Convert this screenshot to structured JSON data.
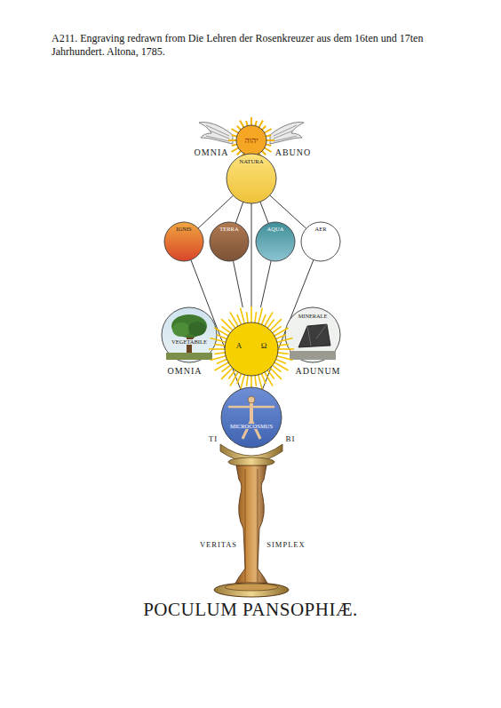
{
  "diagram": {
    "title": "POCULUM PANSOPHIÆ.",
    "caption": "A211. Engraving redrawn from Die Lehren der Rosenkreuzer aus dem 16ten und 17ten Jahrhundert. Altona, 1785.",
    "nodes": [
      {
        "text": [
          "יהוה"
        ]
      },
      {
        "text": [
          "NATURA"
        ]
      },
      {
        "text": [
          "IGNIS"
        ]
      },
      {
        "text": [
          "TERRA"
        ]
      },
      {
        "text": [
          "AQUA"
        ]
      },
      {
        "text": [
          "AER"
        ]
      },
      {
        "text": [
          "VEGETABILE"
        ]
      },
      {
        "text": [
          "MINERALE"
        ]
      },
      {
        "text": [
          "A",
          "Ω"
        ]
      },
      {
        "text": [
          "MICROCOSMUS"
        ]
      }
    ],
    "edges": [
      {
        "from": 1,
        "to": 2,
        "arrow": "none"
      },
      {
        "from": 1,
        "to": 3,
        "arrow": "none"
      },
      {
        "from": 1,
        "to": 4,
        "arrow": "none"
      },
      {
        "from": 1,
        "to": 5,
        "arrow": "none"
      },
      {
        "from": 1,
        "to": 8,
        "arrow": "none"
      },
      {
        "from": 2,
        "to": 9,
        "arrow": "none"
      },
      {
        "from": 5,
        "to": 9,
        "arrow": "none"
      },
      {
        "from": 3,
        "to": 8,
        "arrow": "none"
      },
      {
        "from": 4,
        "to": 8,
        "arrow": "none"
      },
      {
        "from": 6,
        "to": 8,
        "arrow": "none"
      },
      {
        "from": 8,
        "to": 7,
        "arrow": "none"
      },
      {
        "from": 8,
        "to": 9,
        "arrow": "none"
      }
    ],
    "labels": [
      "OMNIA",
      "ABUNO",
      "OMNIA",
      "ADUNUM",
      "TI",
      "BI",
      "VERITAS",
      "SIMPLEX"
    ]
  }
}
